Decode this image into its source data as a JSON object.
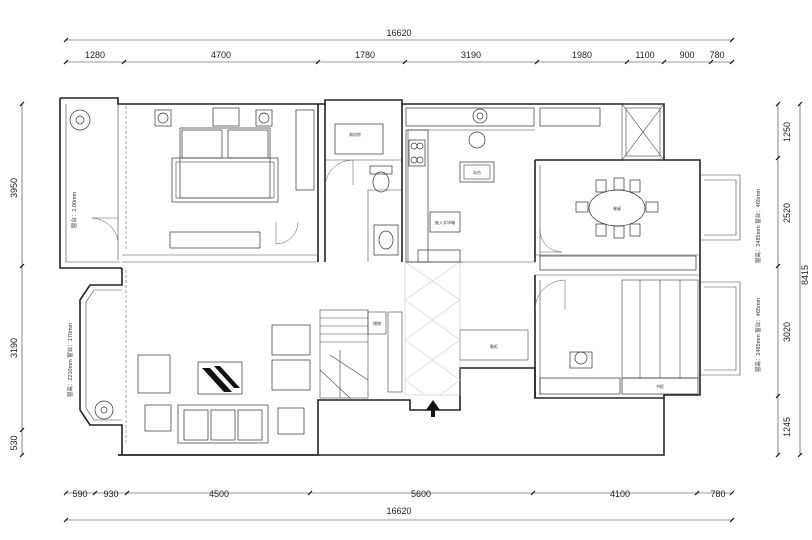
{
  "dimensions": {
    "top_total": "16620",
    "top_segments": [
      "1280",
      "4700",
      "1780",
      "3190",
      "1980",
      "1100",
      "900",
      "780"
    ],
    "bottom_total": "16620",
    "bottom_segments": [
      "590",
      "930",
      "4500",
      "5600",
      "4100",
      "780"
    ],
    "left_segments": [
      "3950",
      "3190",
      "530"
    ],
    "right_segments": [
      "1250",
      "2520",
      "3020",
      "1245"
    ],
    "right_total": "8415"
  },
  "labels": {
    "left_window": "窗高：2210mm 窗台：170mm",
    "balcony_sill": "窗台：1.00mm",
    "dining_window": "窗高：2485mm 窗台：465mm",
    "study_window": "窗高：2485mm 窗台：465mm",
    "shower": "淋浴房",
    "kitchen_island": "岛台",
    "dining_table": "餐桌",
    "stair_storage": "储物",
    "shoe_cabinet": "鞋柜",
    "fridge": "嵌入式冰箱",
    "bookshelf": "书柜"
  },
  "icons": {
    "entrance": "arrow-up-icon",
    "plant": "plant-icon",
    "sofa": "sofa-icon",
    "bed": "bed-icon",
    "toilet": "toilet-icon",
    "stove": "stove-icon"
  }
}
